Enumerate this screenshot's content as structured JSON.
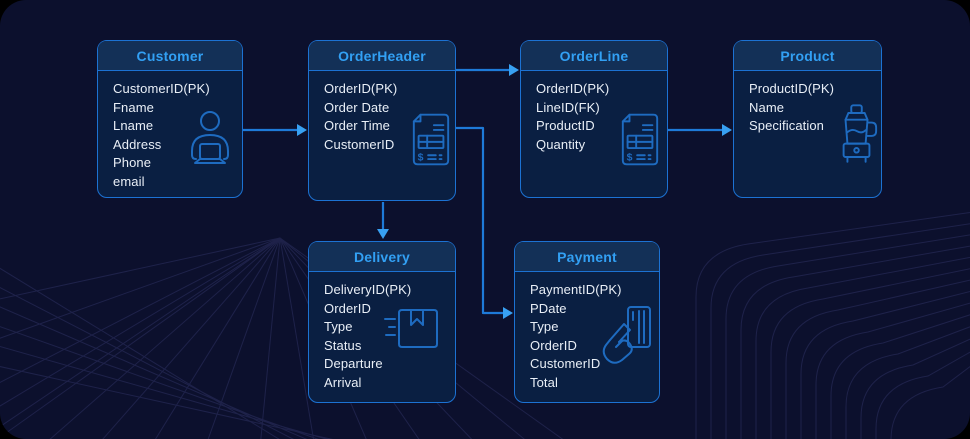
{
  "colors": {
    "canvas-bg": "#0c102d",
    "page-bg": "#000000",
    "box-bg": "#0a1f42",
    "header-bg": "#133057",
    "border": "#1c72d3",
    "accent": "#32a0f4",
    "text": "#e9eff7",
    "icon": "#1e6bc0",
    "arrow": "#1e7ad8",
    "arrowhead": "#38a0f2",
    "pattern": "#2e3162"
  },
  "entities": [
    {
      "title": "Customer",
      "fields": [
        "CustomerID(PK)",
        "Fname",
        "Lname",
        "Address",
        "Phone",
        "email"
      ],
      "icon": "person-laptop-icon"
    },
    {
      "title": "OrderHeader",
      "fields": [
        "OrderID(PK)",
        "Order Date",
        "Order Time",
        "CustomerID"
      ],
      "icon": "invoice-icon"
    },
    {
      "title": "OrderLine",
      "fields": [
        "OrderID(PK)",
        "LineID(FK)",
        "ProductID",
        "Quantity"
      ],
      "icon": "invoice-icon"
    },
    {
      "title": "Product",
      "fields": [
        "ProductID(PK)",
        "Name",
        "Specification"
      ],
      "icon": "blender-icon"
    },
    {
      "title": "Delivery",
      "fields": [
        "DeliveryID(PK)",
        "OrderID",
        "Type",
        "Status",
        "Departure",
        "Arrival"
      ],
      "icon": "package-delivery-icon"
    },
    {
      "title": "Payment",
      "fields": [
        "PaymentID(PK)",
        "PDate",
        "Type",
        "OrderID",
        "CustomerID",
        "Total"
      ],
      "icon": "card-payment-icon"
    }
  ],
  "relationships": [
    {
      "from": "Customer",
      "to": "OrderHeader"
    },
    {
      "from": "OrderHeader",
      "to": "OrderLine"
    },
    {
      "from": "OrderLine",
      "to": "Product"
    },
    {
      "from": "OrderHeader",
      "to": "Delivery"
    },
    {
      "from": "OrderHeader",
      "to": "Payment"
    }
  ]
}
